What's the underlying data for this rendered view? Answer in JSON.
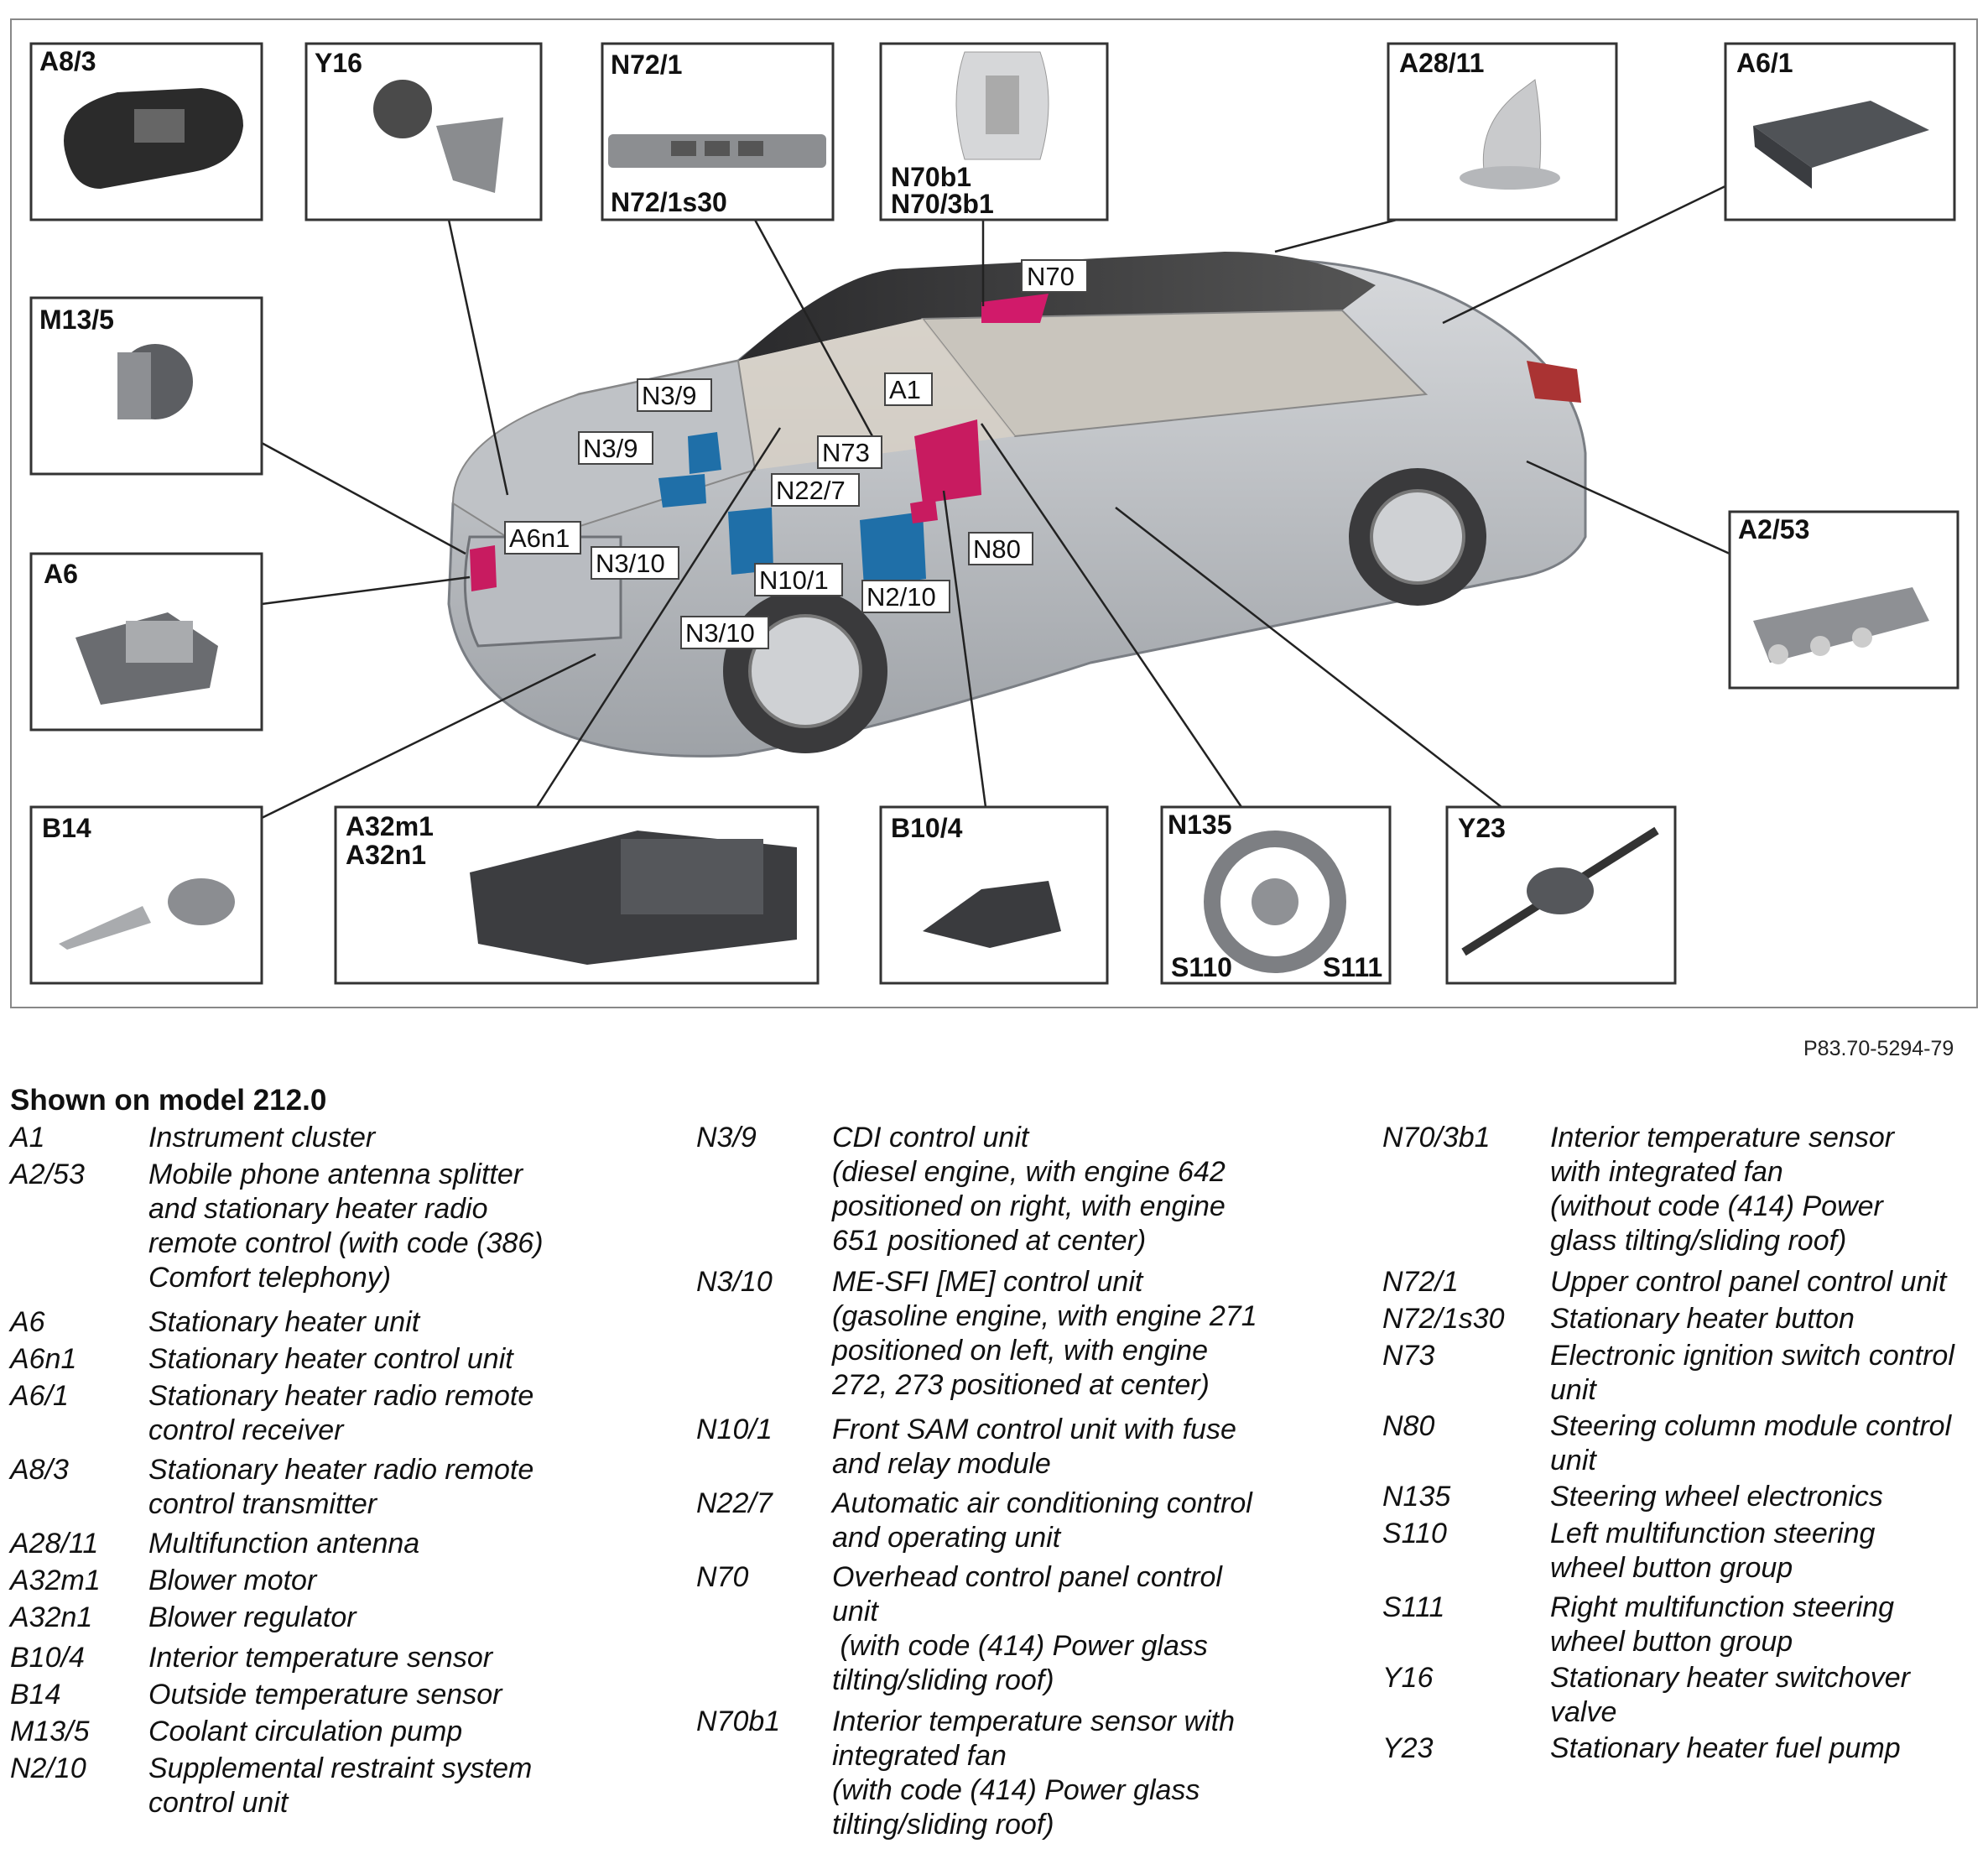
{
  "figure_id": "P83.70-5294-79",
  "legend_title": "Shown on model 212.0",
  "callouts": {
    "a8_3": "A8/3",
    "y16": "Y16",
    "n72_1": "N72/1",
    "n72_1s30": "N72/1s30",
    "n70b1": "N70b1",
    "n70_3b1": "N70/3b1",
    "a28_11": "A28/11",
    "a6_1": "A6/1",
    "m13_5": "M13/5",
    "a6": "A6",
    "a2_53": "A2/53",
    "b14": "B14",
    "a32m1": "A32m1",
    "a32n1": "A32n1",
    "b10_4": "B10/4",
    "n135": "N135",
    "s110": "S110",
    "s111": "S111",
    "y23": "Y23",
    "n70": "N70",
    "a1": "A1",
    "n3_9_a": "N3/9",
    "n3_9_b": "N3/9",
    "n73": "N73",
    "n22_7": "N22/7",
    "a6n1": "A6n1",
    "n3_10_a": "N3/10",
    "n80": "N80",
    "n10_1": "N10/1",
    "n2_10": "N2/10",
    "n3_10_b": "N3/10"
  },
  "legend": [
    [
      {
        "code": "A1",
        "desc": "Instrument cluster"
      },
      {
        "code": "A2/53",
        "desc": "Mobile phone antenna splitter\nand stationary heater radio\nremote control (with code (386)\nComfort telephony)"
      },
      {
        "code": "A6",
        "desc": "Stationary heater unit"
      },
      {
        "code": "A6n1",
        "desc": "Stationary heater control unit"
      },
      {
        "code": "A6/1",
        "desc": "Stationary heater radio remote\ncontrol receiver"
      },
      {
        "code": "A8/3",
        "desc": "Stationary heater radio remote\ncontrol transmitter"
      },
      {
        "code": "A28/11",
        "desc": "Multifunction antenna"
      },
      {
        "code": "A32m1",
        "desc": "Blower motor"
      },
      {
        "code": "A32n1",
        "desc": "Blower regulator"
      },
      {
        "code": "B10/4",
        "desc": "Interior temperature sensor"
      },
      {
        "code": "B14",
        "desc": "Outside temperature sensor"
      },
      {
        "code": "M13/5",
        "desc": "Coolant circulation pump"
      },
      {
        "code": "N2/10",
        "desc": "Supplemental restraint system\ncontrol unit"
      }
    ],
    [
      {
        "code": "N3/9",
        "desc": "CDI control unit\n(diesel engine, with engine 642\npositioned on right, with engine\n651 positioned at center)"
      },
      {
        "code": "N3/10",
        "desc": "ME-SFI [ME] control unit\n(gasoline engine, with engine 271\npositioned on left, with engine\n272, 273 positioned at center)"
      },
      {
        "code": "N10/1",
        "desc": "Front SAM control unit with fuse\nand relay module"
      },
      {
        "code": "N22/7",
        "desc": "Automatic air conditioning control\nand operating unit"
      },
      {
        "code": "N70",
        "desc": "Overhead control panel control\nunit\n (with code (414) Power glass\ntilting/sliding roof)"
      },
      {
        "code": "N70b1",
        "desc": "Interior temperature sensor with\nintegrated fan\n(with code (414) Power glass\ntilting/sliding roof)"
      }
    ],
    [
      {
        "code": "N70/3b1",
        "desc": "Interior temperature sensor\nwith integrated fan\n(without code (414) Power\nglass tilting/sliding roof)"
      },
      {
        "code": "N72/1",
        "desc": "Upper control panel control unit"
      },
      {
        "code": "N72/1s30",
        "desc": "Stationary heater button"
      },
      {
        "code": "N73",
        "desc": "Electronic ignition switch control\nunit"
      },
      {
        "code": "N80",
        "desc": "Steering column module control\nunit"
      },
      {
        "code": "N135",
        "desc": "Steering wheel electronics"
      },
      {
        "code": "S110",
        "desc": "Left multifunction steering\nwheel button group"
      },
      {
        "code": "S111",
        "desc": "Right multifunction steering\nwheel button group"
      },
      {
        "code": "Y16",
        "desc": "Stationary heater switchover\nvalve"
      },
      {
        "code": "Y23",
        "desc": "Stationary heater fuel pump"
      }
    ]
  ]
}
